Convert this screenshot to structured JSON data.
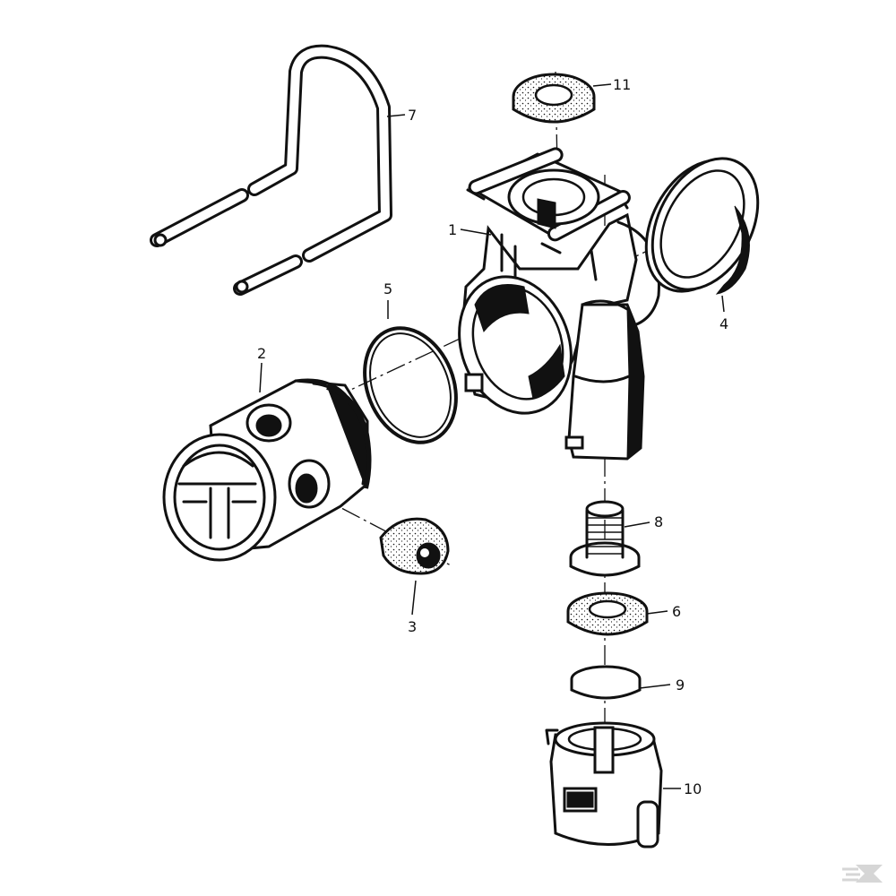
{
  "diagram": {
    "part_callouts": [
      {
        "number": "1"
      },
      {
        "number": "2"
      },
      {
        "number": "3"
      },
      {
        "number": "4"
      },
      {
        "number": "5"
      },
      {
        "number": "6"
      },
      {
        "number": "7"
      },
      {
        "number": "8"
      },
      {
        "number": "9"
      },
      {
        "number": "10"
      },
      {
        "number": "11"
      }
    ],
    "watermark": "K"
  },
  "colors": {
    "ink": "#111111",
    "paper": "#ffffff",
    "watermark": "#d6d6d6"
  }
}
